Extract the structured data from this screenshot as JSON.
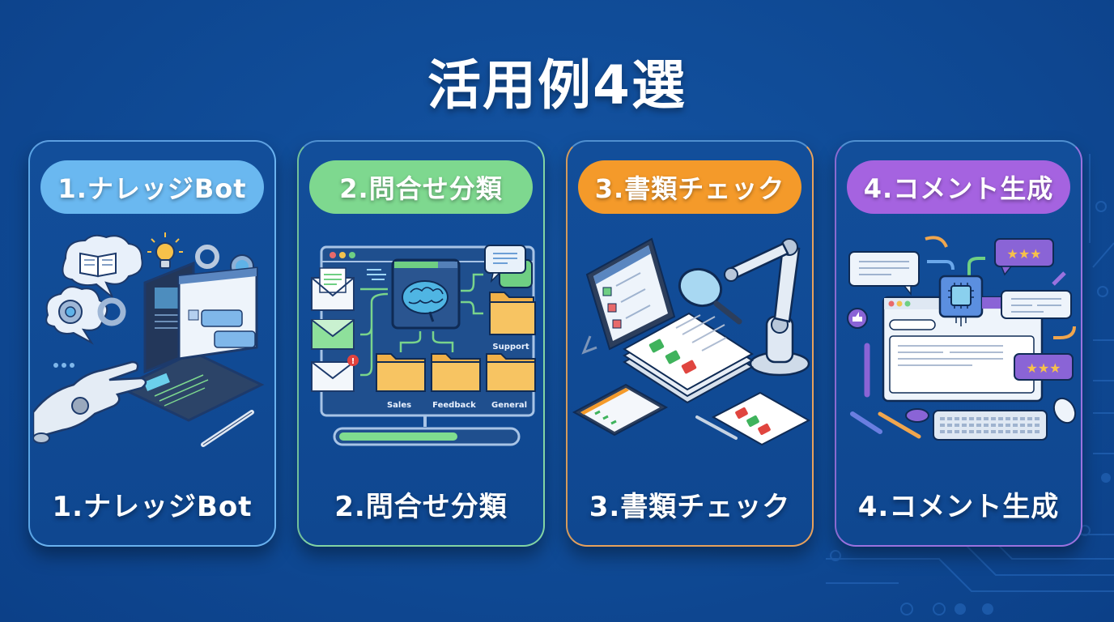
{
  "page": {
    "title": "活用例4選"
  },
  "theme": {
    "background": "#0f4a95",
    "card_bg": "#124e9a"
  },
  "cards": [
    {
      "index": 1,
      "pill_label": "1.ナレッジBot",
      "caption": "1.ナレッジBot",
      "accent": "#6ab8f0",
      "illustration": "robot-hand-laptop-knowledge-chat"
    },
    {
      "index": 2,
      "pill_label": "2.問合せ分類",
      "caption": "2.問合せ分類",
      "accent": "#7ed88f",
      "illustration": "email-ai-brain-folder-sorting",
      "folders": {
        "support": "Support",
        "sales": "Sales",
        "feedback": "Feedback",
        "general": "General"
      },
      "progress_percent": 60
    },
    {
      "index": 3,
      "pill_label": "3.書類チェック",
      "caption": "3.書類チェック",
      "accent": "#f49a2a",
      "illustration": "robot-arm-magnifier-document-checks"
    },
    {
      "index": 4,
      "pill_label": "4.コメント生成",
      "caption": "4.コメント生成",
      "accent": "#a563e0",
      "illustration": "ai-chip-comment-generation-ratings",
      "rating_stars": 3
    }
  ]
}
